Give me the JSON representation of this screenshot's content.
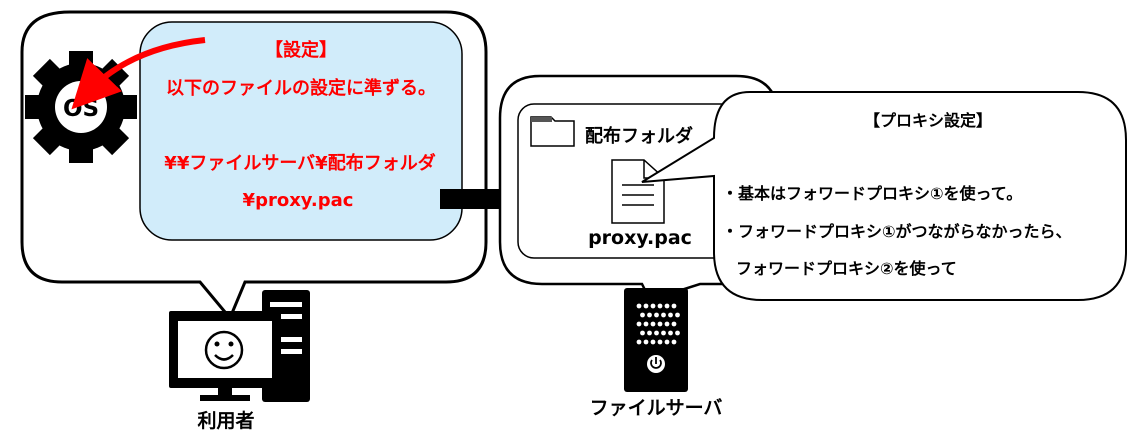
{
  "settings_box": {
    "title": "【設定】",
    "line1": "以下のファイルの設定に準ずる。",
    "path_line1": "¥¥ファイルサーバ¥配布フォルダ",
    "path_line2": "¥proxy.pac"
  },
  "os_icon": {
    "label": "OS"
  },
  "folder": {
    "label": "配布フォルダ"
  },
  "pac_file": {
    "label": "proxy.pac"
  },
  "proxy_callout": {
    "title": "【プロキシ設定】",
    "line1": "・基本はフォワードプロキシ①を使って。",
    "line2": "・フォワードプロキシ①がつながらなかったら、",
    "line3": "フォワードプロキシ②を使って"
  },
  "user_label": "利用者",
  "server_label": "ファイルサーバ",
  "colors": {
    "accent_red": "#ff0000",
    "settings_fill": "#d1ecfa",
    "ink": "#000000"
  }
}
